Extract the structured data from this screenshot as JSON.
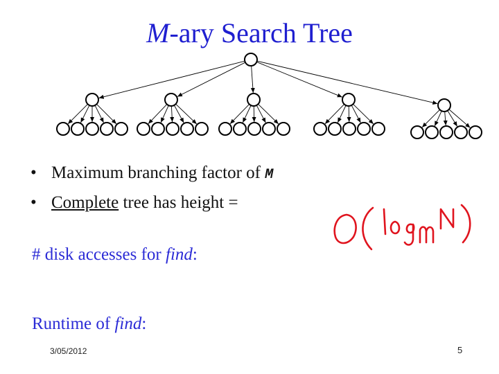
{
  "slide": {
    "title_var": "M",
    "title_rest": "-ary Search Tree",
    "bullets": {
      "b1_text": "Maximum branching factor of ",
      "b1_var": "M",
      "b2_underlined": "Complete",
      "b2_rest": " tree has height ="
    },
    "disk_prefix": "# disk accesses for ",
    "disk_italic": "find",
    "disk_suffix": ":",
    "runtime_prefix": "Runtime of ",
    "runtime_italic": "find",
    "runtime_suffix": ":",
    "handwritten_answer": "O(log_M N)",
    "date": "3/05/2012",
    "page": "5"
  },
  "colors": {
    "title": "#1f1fd0",
    "text": "#111111",
    "heading_blue": "#2b2bd6",
    "ink_red": "#e0141e"
  },
  "tree": {
    "branching_factor": 5,
    "levels": 3
  }
}
